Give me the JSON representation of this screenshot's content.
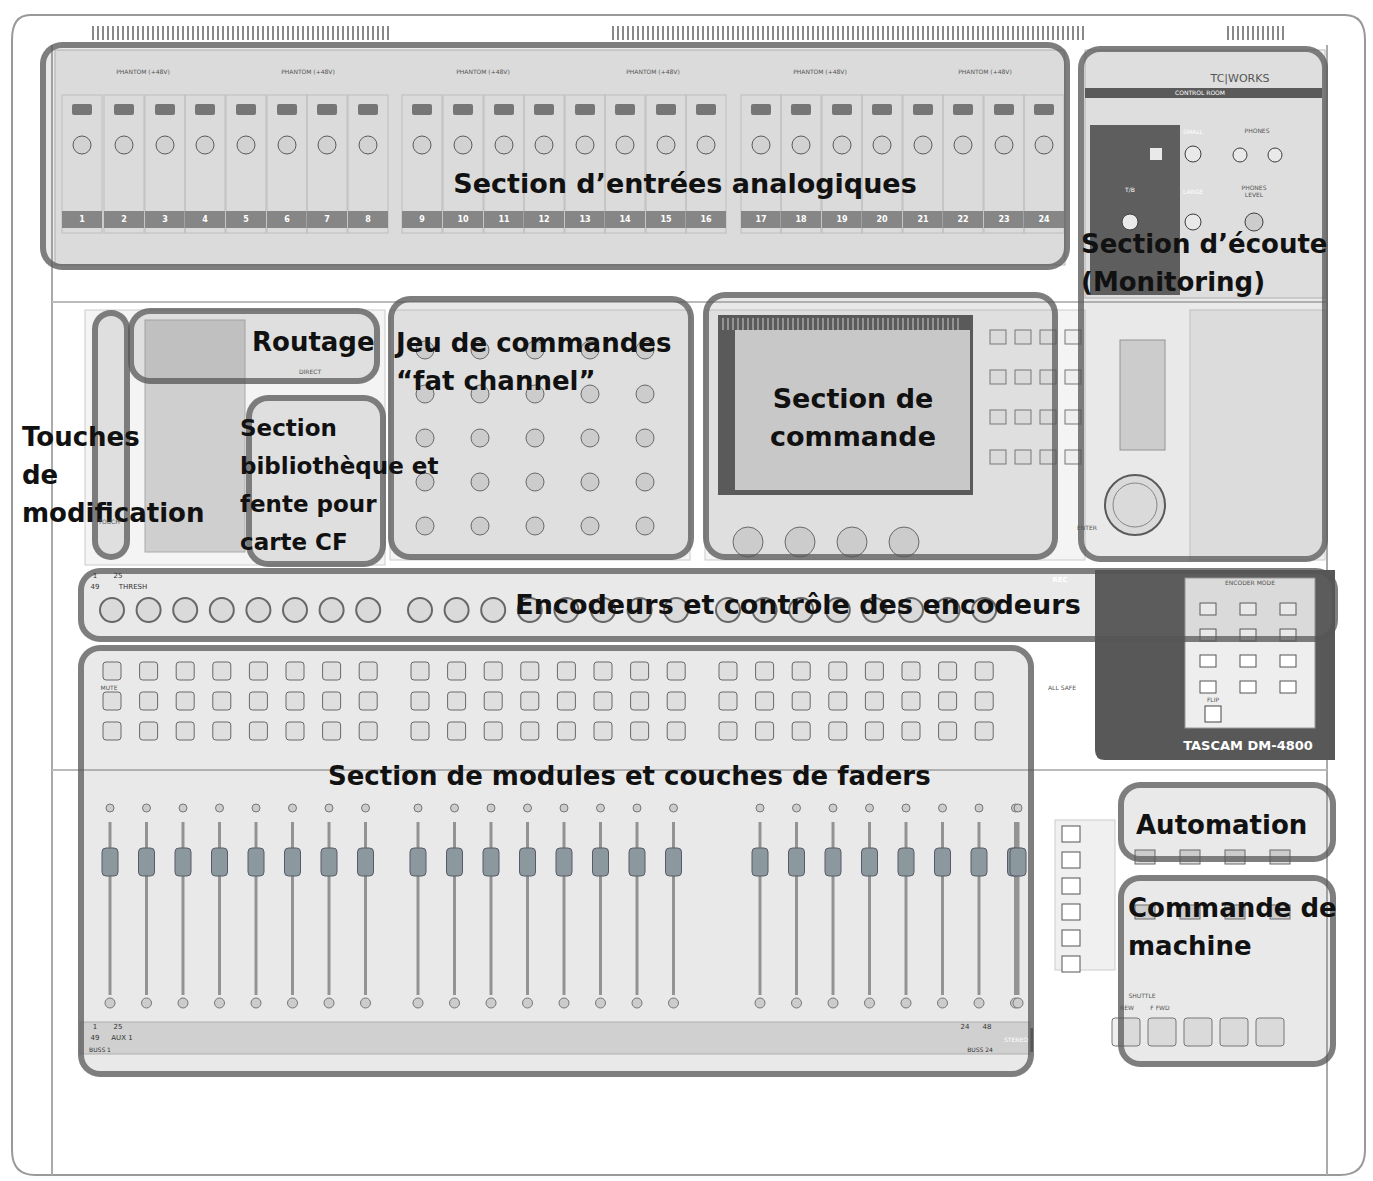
{
  "diagram": {
    "nodes": [
      {
        "text": [
          "Section d’entrées analogiques"
        ]
      },
      {
        "text": [
          "Section d’écoute (Monitoring)"
        ]
      },
      {
        "text": [
          "Routage"
        ]
      },
      {
        "text": [
          "Jeu de commandes “fat channel”"
        ]
      },
      {
        "text": [
          "Section de commande"
        ]
      },
      {
        "text": [
          "Touches de modification"
        ]
      },
      {
        "text": [
          "Section bibliothèque et fente pour carte CF"
        ]
      },
      {
        "text": [
          "Encodeurs et contrôle des encodeurs"
        ]
      },
      {
        "text": [
          "Section de modules et couches de faders"
        ]
      },
      {
        "text": [
          "Automation"
        ]
      },
      {
        "text": [
          "Commande de machine"
        ]
      }
    ],
    "labels": [
      "PHANTOM (+48V)",
      "PHANTOM (+48V)",
      "PHANTOM (+48V)",
      "PHANTOM (+48V)",
      "PHANTOM (+48V)",
      "PHANTOM (+48V)",
      "1",
      "2",
      "3",
      "4",
      "5",
      "6",
      "7",
      "8",
      "9",
      "10",
      "11",
      "12",
      "13",
      "14",
      "15",
      "16",
      "17",
      "18",
      "19",
      "20",
      "21",
      "22",
      "23",
      "24",
      "TC|WORKS",
      "CONTROL ROOM",
      "SMALL",
      "PHONES",
      "T/B",
      "LARGE",
      "PHONES LEVEL",
      "DIRECT",
      "TOUCH",
      "ENTER",
      "1",
      "25",
      "49",
      "THRESH",
      "REC",
      "ENCODER MODE",
      "MUTE",
      "ALL SAFE",
      "FLIP",
      "TASCAM DM-4800",
      "1",
      "25",
      "49",
      "AUX 1",
      "BUSS 1",
      "24",
      "48",
      "BUSS 24",
      "STEREO",
      "SHUTTLE",
      "REW",
      "F FWD"
    ]
  }
}
